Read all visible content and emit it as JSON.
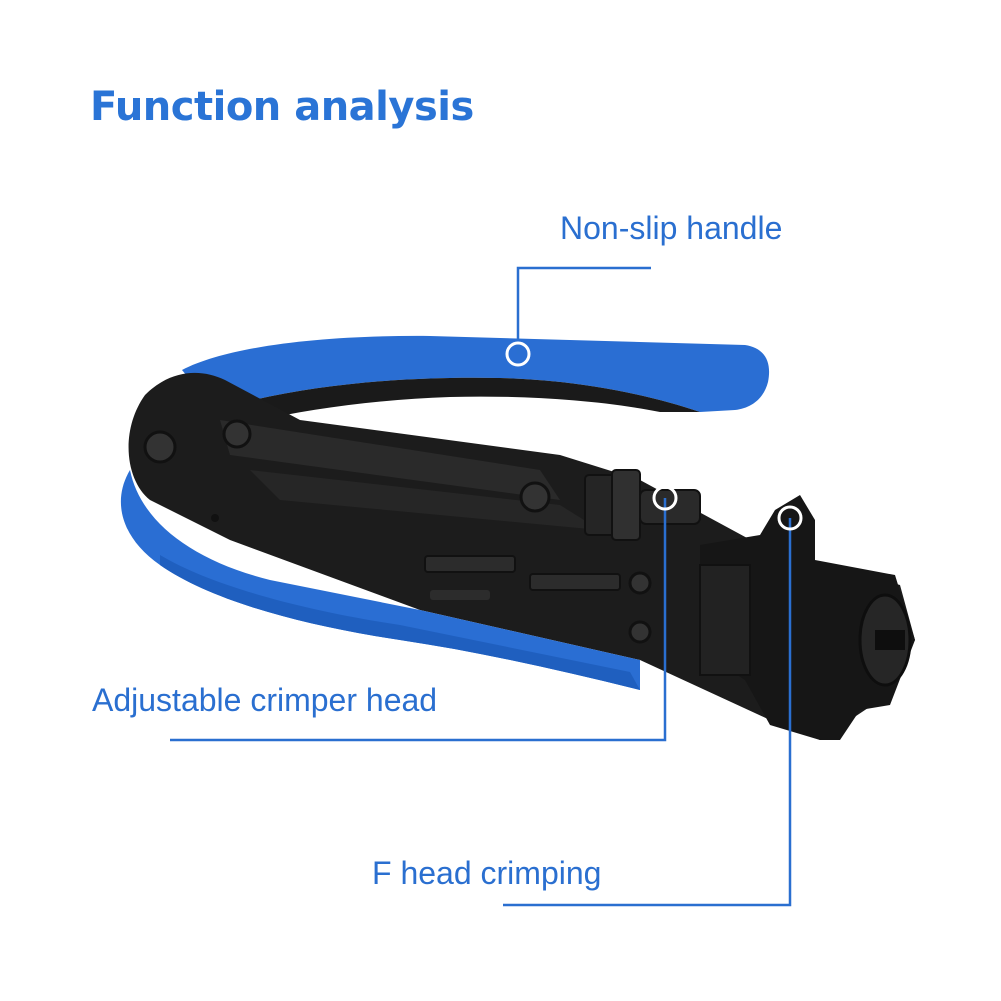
{
  "title": "Function analysis",
  "callouts": {
    "handle": "Non-slip handle",
    "crimper": "Adjustable crimper head",
    "fhead": "F head crimping"
  },
  "colors": {
    "title": "#2a74d6",
    "accent": "#2a6fd0",
    "handle_blue": "#2a6ed3",
    "tool_black": "#1c1c1c"
  }
}
